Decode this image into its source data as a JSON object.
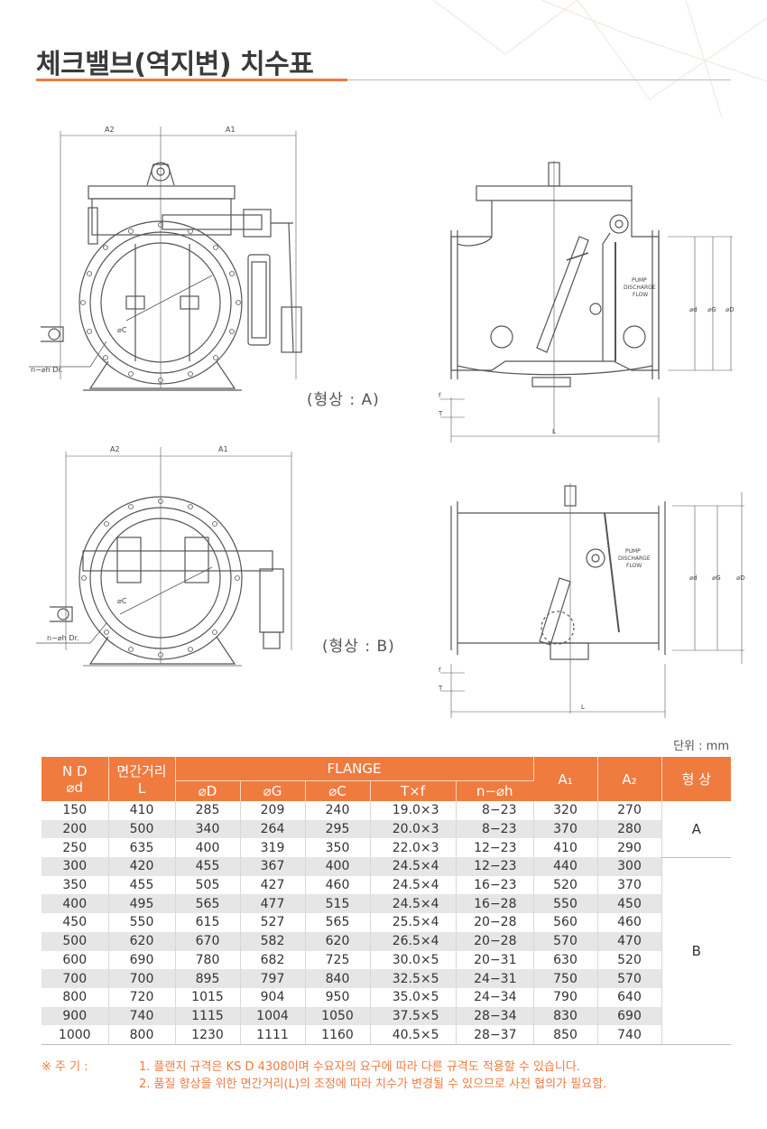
{
  "title": "체크밸브(역지변) 치수표",
  "colors": {
    "accent": "#f07b3f",
    "drawing": "#555555"
  },
  "drawing_a": {
    "dim_a2": "A2",
    "dim_a1": "A1",
    "oc": "⌀C",
    "nh": "n−⌀h  Dr.",
    "caption": "(형상  :  A)",
    "flow1": "PUMP",
    "flow2": "DISCHARGE",
    "flow3": "FLOW",
    "od": "⌀d",
    "og": "⌀G",
    "oD": "⌀D",
    "f": "f",
    "t": "T",
    "l": "L"
  },
  "drawing_b": {
    "dim_a2": "A2",
    "dim_a1": "A1",
    "oc": "⌀C",
    "nh": "n−⌀h  Dr.",
    "caption": "(형상  :  B)",
    "flow1": "PUMP",
    "flow2": "DISCHARGE",
    "flow3": "FLOW",
    "od": "⌀d",
    "og": "⌀G",
    "oD": "⌀D",
    "f": "f",
    "t": "T",
    "l": "L"
  },
  "unit": "단위 : mm",
  "table": {
    "h_nd1": "N  D",
    "h_nd2": "⌀d",
    "h_len1": "면간거리",
    "h_len2": "L",
    "h_flange": "FLANGE",
    "h_D": "⌀D",
    "h_G": "⌀G",
    "h_C": "⌀C",
    "h_tf": "T×f",
    "h_nh": "n−⌀h",
    "h_a1": "A₁",
    "h_a2": "A₂",
    "h_shape": "형 상",
    "shape_a": "A",
    "shape_b": "B",
    "rows": [
      [
        "150",
        "410",
        "285",
        "209",
        "240",
        "19.0×3",
        "8−23",
        "320",
        "270"
      ],
      [
        "200",
        "500",
        "340",
        "264",
        "295",
        "20.0×3",
        "8−23",
        "370",
        "280"
      ],
      [
        "250",
        "635",
        "400",
        "319",
        "350",
        "22.0×3",
        "12−23",
        "410",
        "290"
      ],
      [
        "300",
        "420",
        "455",
        "367",
        "400",
        "24.5×4",
        "12−23",
        "440",
        "300"
      ],
      [
        "350",
        "455",
        "505",
        "427",
        "460",
        "24.5×4",
        "16−23",
        "520",
        "370"
      ],
      [
        "400",
        "495",
        "565",
        "477",
        "515",
        "24.5×4",
        "16−28",
        "550",
        "450"
      ],
      [
        "450",
        "550",
        "615",
        "527",
        "565",
        "25.5×4",
        "20−28",
        "560",
        "460"
      ],
      [
        "500",
        "620",
        "670",
        "582",
        "620",
        "26.5×4",
        "20−28",
        "570",
        "470"
      ],
      [
        "600",
        "690",
        "780",
        "682",
        "725",
        "30.0×5",
        "20−31",
        "630",
        "520"
      ],
      [
        "700",
        "700",
        "895",
        "797",
        "840",
        "32.5×5",
        "24−31",
        "750",
        "570"
      ],
      [
        "800",
        "720",
        "1015",
        "904",
        "950",
        "35.0×5",
        "24−34",
        "790",
        "640"
      ],
      [
        "900",
        "740",
        "1115",
        "1004",
        "1050",
        "37.5×5",
        "28−34",
        "830",
        "690"
      ],
      [
        "1000",
        "800",
        "1230",
        "1111",
        "1160",
        "40.5×5",
        "28−37",
        "850",
        "740"
      ]
    ]
  },
  "notes": {
    "prefix": "※ 주 기 : ",
    "note1": "1. 플랜지 규격은 KS D 4308이며 수요자의 요구에 따라 다른 규격도 적용할 수 있습니다.",
    "note2": "2. 품질 향상을 위한 면간거리(L)의 조정에 따라 치수가 변경될 수 있으므로 사전 협의가 필요함."
  }
}
